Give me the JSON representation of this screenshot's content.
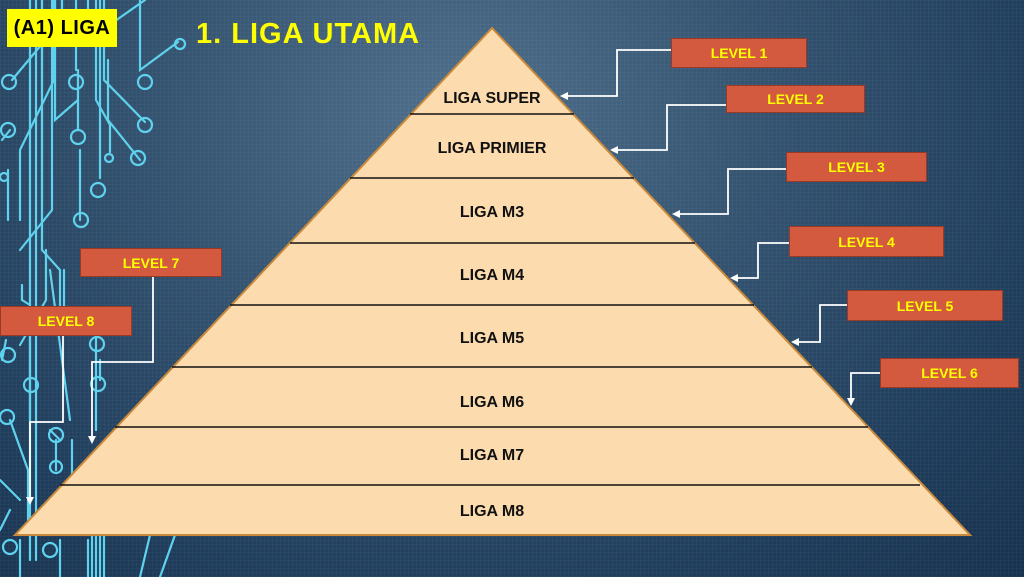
{
  "slide": {
    "badge": "(A1) LIGA",
    "title": "1. LIGA UTAMA"
  },
  "colors": {
    "background": "#2a4a68",
    "circuit": "#5fd3ee",
    "pyramid_fill": "#fcdcae",
    "pyramid_outline": "#c9893a",
    "level_box": "#d35a3e",
    "level_text": "#ffff00",
    "title_text": "#ffff00",
    "badge_bg": "#ffff00",
    "connector": "#ffffff"
  },
  "pyramid": {
    "tiers": [
      {
        "name": "LIGA SUPER",
        "level": "LEVEL 1"
      },
      {
        "name": "LIGA PRIMIER",
        "level": "LEVEL 2"
      },
      {
        "name": "LIGA M3",
        "level": "LEVEL 3"
      },
      {
        "name": "LIGA M4",
        "level": "LEVEL 4"
      },
      {
        "name": "LIGA M5",
        "level": "LEVEL 5"
      },
      {
        "name": "LIGA M6",
        "level": "LEVEL 6"
      },
      {
        "name": "LIGA M7",
        "level": "LEVEL 7"
      },
      {
        "name": "LIGA M8",
        "level": "LEVEL 8"
      }
    ]
  }
}
